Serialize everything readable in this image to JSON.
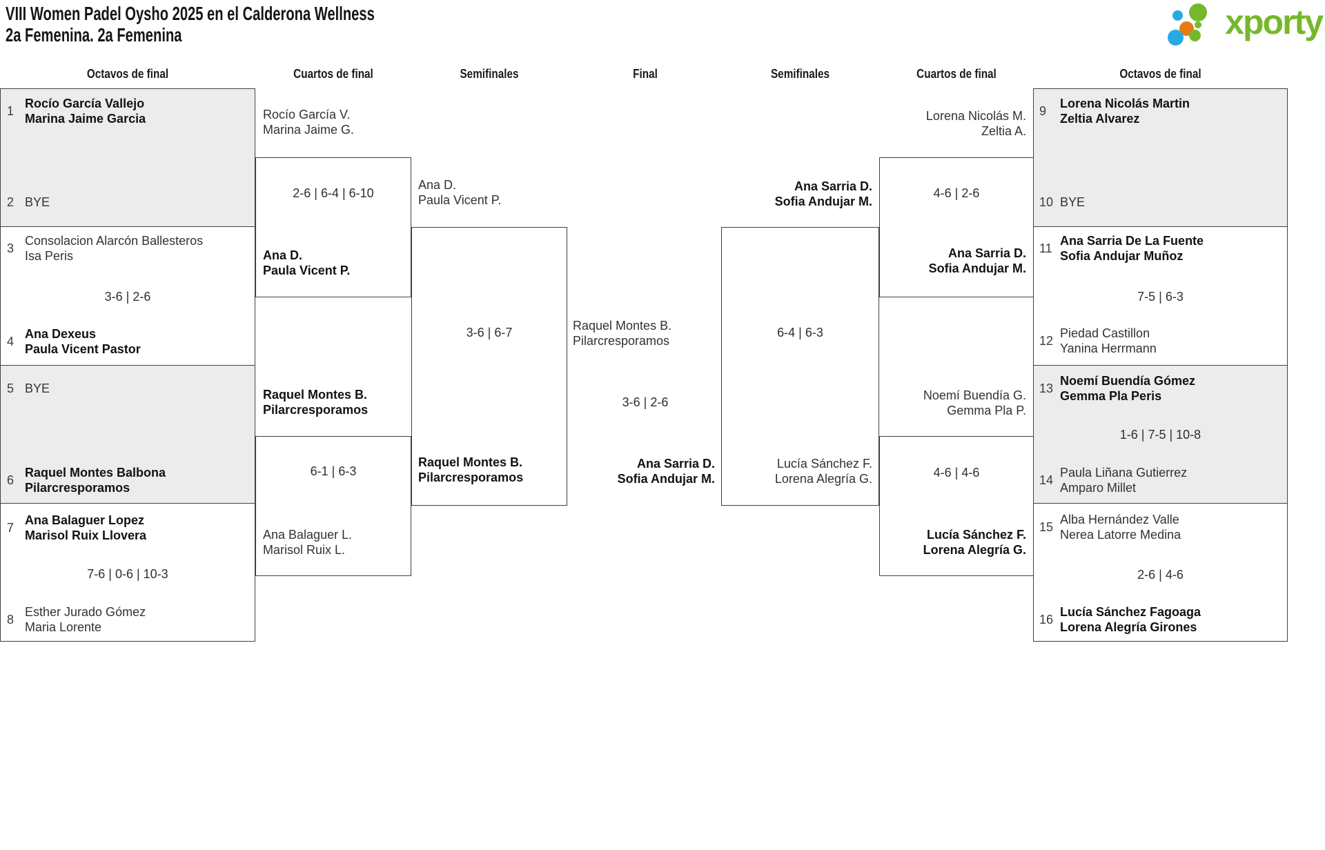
{
  "title": {
    "line1": "VIII Women Padel Oysho 2025 en el Calderona Wellness",
    "line2": "2a Femenina. 2a Femenina"
  },
  "logo": {
    "brand": "xporty"
  },
  "colors": {
    "logo_green": "#76b82b",
    "logo_blue": "#29a9e1",
    "logo_orange": "#e87a16",
    "box_fill_gray": "#ececec",
    "box_border": "#3f3f3f",
    "text_dark": "#121212",
    "text_regular": "#323232"
  },
  "rounds": {
    "r16_left": "Octavos de final",
    "qf_left": "Cuartos de final",
    "sf_left": "Semifinales",
    "final": "Final",
    "sf_right": "Semifinales",
    "qf_right": "Cuartos de final",
    "r16_right": "Octavos de final"
  },
  "r16_left": [
    {
      "seed_a": "1",
      "team_a1": "Rocío García Vallejo",
      "team_a2": "Marina Jaime Garcia",
      "score": "",
      "seed_b": "2",
      "team_b1": "BYE",
      "team_b2": ""
    },
    {
      "seed_a": "3",
      "team_a1": "Consolacion Alarcón Ballesteros",
      "team_a2": "Isa Peris",
      "score": "3-6 | 2-6",
      "seed_b": "4",
      "team_b1": "Ana Dexeus",
      "team_b2": "Paula Vicent Pastor"
    },
    {
      "seed_a": "5",
      "team_a1": "BYE",
      "team_a2": "",
      "score": "",
      "seed_b": "6",
      "team_b1": "Raquel Montes Balbona",
      "team_b2": "Pilarcresporamos"
    },
    {
      "seed_a": "7",
      "team_a1": "Ana Balaguer Lopez",
      "team_a2": "Marisol Ruix Llovera",
      "score": "7-6 | 0-6 | 10-3",
      "seed_b": "8",
      "team_b1": "Esther Jurado Gómez",
      "team_b2": "Maria Lorente"
    }
  ],
  "qf_left": [
    {
      "team_a1": "Rocío García V.",
      "team_a2": "Marina Jaime G.",
      "score": "2-6 | 6-4 | 6-10",
      "team_b1": "Ana D.",
      "team_b2": "Paula Vicent P."
    },
    {
      "team_a1": "Raquel Montes B.",
      "team_a2": "Pilarcresporamos",
      "score": "6-1 | 6-3",
      "team_b1": "Ana Balaguer L.",
      "team_b2": "Marisol Ruix L."
    }
  ],
  "sf_left": {
    "team_a1": "Ana D.",
    "team_a2": "Paula Vicent P.",
    "score": "3-6 | 6-7",
    "team_b1": "Raquel Montes B.",
    "team_b2": "Pilarcresporamos"
  },
  "final": {
    "team_a1": "Raquel Montes B.",
    "team_a2": "Pilarcresporamos",
    "score": "3-6 | 2-6",
    "team_b1": "Ana Sarria D.",
    "team_b2": "Sofia Andujar M."
  },
  "sf_right": {
    "team_a1": "Ana Sarria D.",
    "team_a2": "Sofia Andujar M.",
    "score": "6-4 | 6-3",
    "team_b1": "Lucía Sánchez F.",
    "team_b2": "Lorena Alegría G."
  },
  "qf_right": [
    {
      "team_a1": "Lorena Nicolás M.",
      "team_a2": "Zeltia A.",
      "score": "4-6 | 2-6",
      "team_b1": "Ana Sarria D.",
      "team_b2": "Sofia Andujar M."
    },
    {
      "team_a1": "Noemí Buendía G.",
      "team_a2": "Gemma Pla P.",
      "score": "4-6 | 4-6",
      "team_b1": "Lucía Sánchez F.",
      "team_b2": "Lorena Alegría G."
    }
  ],
  "r16_right": [
    {
      "seed_a": "9",
      "team_a1": "Lorena Nicolás Martin",
      "team_a2": "Zeltia Alvarez",
      "score": "",
      "seed_b": "10",
      "team_b1": "BYE",
      "team_b2": ""
    },
    {
      "seed_a": "11",
      "team_a1": "Ana Sarria De La Fuente",
      "team_a2": "Sofia Andujar Muñoz",
      "score": "7-5 | 6-3",
      "seed_b": "12",
      "team_b1": "Piedad Castillon",
      "team_b2": "Yanina Herrmann"
    },
    {
      "seed_a": "13",
      "team_a1": "Noemí Buendía Gómez",
      "team_a2": "Gemma Pla Peris",
      "score": "1-6 | 7-5 | 10-8",
      "seed_b": "14",
      "team_b1": "Paula Liñana Gutierrez",
      "team_b2": "Amparo Millet"
    },
    {
      "seed_a": "15",
      "team_a1": "Alba Hernández Valle",
      "team_a2": "Nerea Latorre Medina",
      "score": "2-6 | 4-6",
      "seed_b": "16",
      "team_b1": "Lucía Sánchez Fagoaga",
      "team_b2": "Lorena Alegría Girones"
    }
  ]
}
